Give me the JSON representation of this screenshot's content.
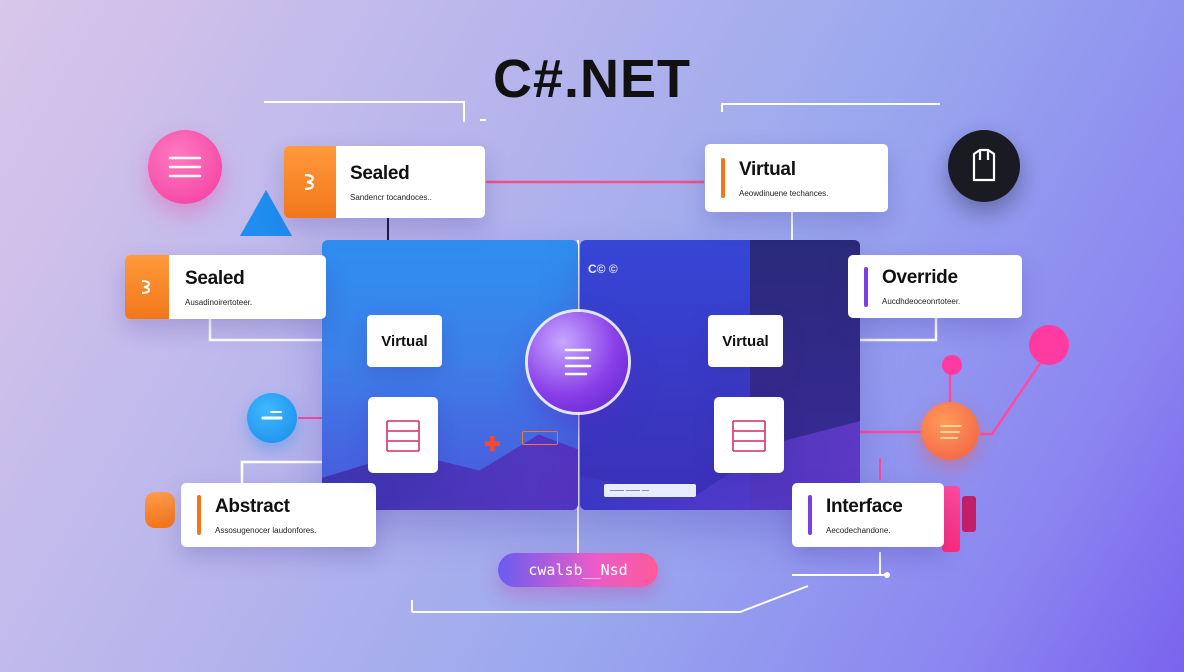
{
  "title": "C#.NET",
  "cards": {
    "sealed_top": {
      "name": "Sealed",
      "sub": "Sandencr tocandoces.."
    },
    "sealed_left": {
      "name": "Sealed",
      "sub": "Ausadinoirertoteer."
    },
    "virtual_top": {
      "name": "Virtual",
      "sub": "Aeowdinuene techances."
    },
    "override": {
      "name": "Override",
      "sub": "Aucdhdeoceonrtoteer."
    },
    "abstract": {
      "name": "Abstract",
      "sub": "Assosugenocer laudonfores."
    },
    "interface": {
      "name": "Interface",
      "sub": "Aecodechandone."
    }
  },
  "small_cards": {
    "virtual_left": "Virtual",
    "virtual_right": "Virtual"
  },
  "panel_right_tag": "C© ©",
  "search_field_text": "—— —— —",
  "pill_text": "cwalsb__Nsd",
  "colors": {
    "accent_orange": "#f2761a",
    "accent_purple": "#7a3fe0",
    "accent_pink": "#ff3aa0",
    "accent_blue": "#1f8ef0"
  }
}
